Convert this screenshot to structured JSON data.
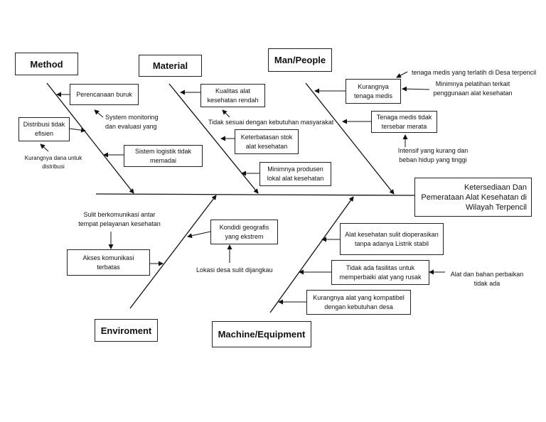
{
  "effect": "Ketersediaan Dan Pemerataan Alat Kesehatan di Wilayah Terpencil",
  "categories": {
    "method": "Method",
    "material": "Material",
    "man_people": "Man/People",
    "environment": "Enviroment",
    "machine": "Machine/Equipment"
  },
  "method": {
    "perencanaan": "Perencanaan buruk",
    "monitoring": "System monitoring dan evaluasi yang",
    "distribusi": "Distribusi tidak efisien",
    "dana": "Kurangnya dana untuk distribusi",
    "logistik": "Sistem logistik tidak memadai"
  },
  "material": {
    "kualitas": "Kualitas alat kesehatan rendah",
    "tidak_sesuai": "Tidak sesuai dengan kebutuhan masyarakat",
    "stok": "Keterbatasan stok alat kesehatan",
    "produsen": "Minimnya produsen lokal alat kesehatan"
  },
  "man": {
    "terlatih": "tenaga medis yang terlatih di Desa terpencil",
    "kurang_tenaga": "Kurangnya tenaga medis",
    "pelatihan": "Minimnya pelatihan terkait penggunaan alat kesehatan",
    "tidak_merata": "Tenaga medis tidak tersebar merata",
    "intensif": "Intensif yang kurang dan beban hidup yang tinggi"
  },
  "environment": {
    "sulit_komunikasi": "Sulit berkomunikasi antar tempat pelayanan kesehatan",
    "akses": "Akses komunikasi terbatas",
    "geografis": "Kondidi geografis yang ekstrem",
    "lokasi": "Lokasi desa sulit dijangkau"
  },
  "machine": {
    "listrik": "Alat kesehatan sulit dioperasikan tanpa adanya Listrik stabil",
    "fasilitas": "Tidak ada fasilitas untuk memperbaiki alat yang rusak",
    "bahan": "Alat dan bahan perbaikan tidak ada",
    "kompatibel": "Kurangnya alat yang kompatibel dengan kebutuhan desa"
  }
}
